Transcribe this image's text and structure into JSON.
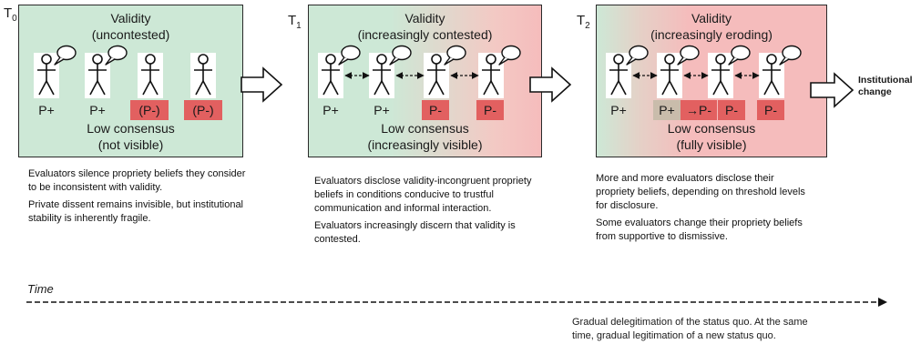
{
  "stages": [
    {
      "t_letter": "T",
      "t_sub": "0",
      "title": "Validity",
      "subtitle": "(uncontested)",
      "foot_title": "Low consensus",
      "foot_subtitle": "(not visible)",
      "labels": [
        "P+",
        "P+",
        "(P-)",
        "(P-)"
      ],
      "desc": [
        "Evaluators silence propriety beliefs they consider to be inconsistent with validity.",
        "Private dissent remains invisible, but institutional stability is inherently fragile."
      ]
    },
    {
      "t_letter": "T",
      "t_sub": "1",
      "title": "Validity",
      "subtitle": "(increasingly contested)",
      "foot_title": "Low consensus",
      "foot_subtitle": "(increasingly visible)",
      "labels": [
        "P+",
        "P+",
        "P-",
        "P-"
      ],
      "desc": [
        "Evaluators disclose validity-incongruent propriety beliefs in conditions conducive to trustful communication and informal interaction.",
        "Evaluators increasingly discern that validity is contested."
      ]
    },
    {
      "t_letter": "T",
      "t_sub": "2",
      "title": "Validity",
      "subtitle": "(increasingly eroding)",
      "foot_title": "Low consensus",
      "foot_subtitle": "(fully visible)",
      "labels": [
        "P+",
        "P+",
        "→P-",
        "P-",
        "P-"
      ],
      "desc": [
        "More and more evaluators disclose their propriety beliefs, depending on threshold levels for disclosure.",
        "Some evaluators change their propriety beliefs from supportive to dismissive."
      ]
    }
  ],
  "outcome": {
    "line1": "Institutional",
    "line2": "change"
  },
  "time_label": "Time",
  "bottom_note": {
    "line1": "Gradual delegitimation of the status quo. At the same",
    "line2": "time, gradual legitimation of a new status quo."
  },
  "colors": {
    "green": "#cde8d6",
    "red": "#f5bcbc",
    "label_red": "#e26060",
    "label_grey": "#c9bcab"
  }
}
